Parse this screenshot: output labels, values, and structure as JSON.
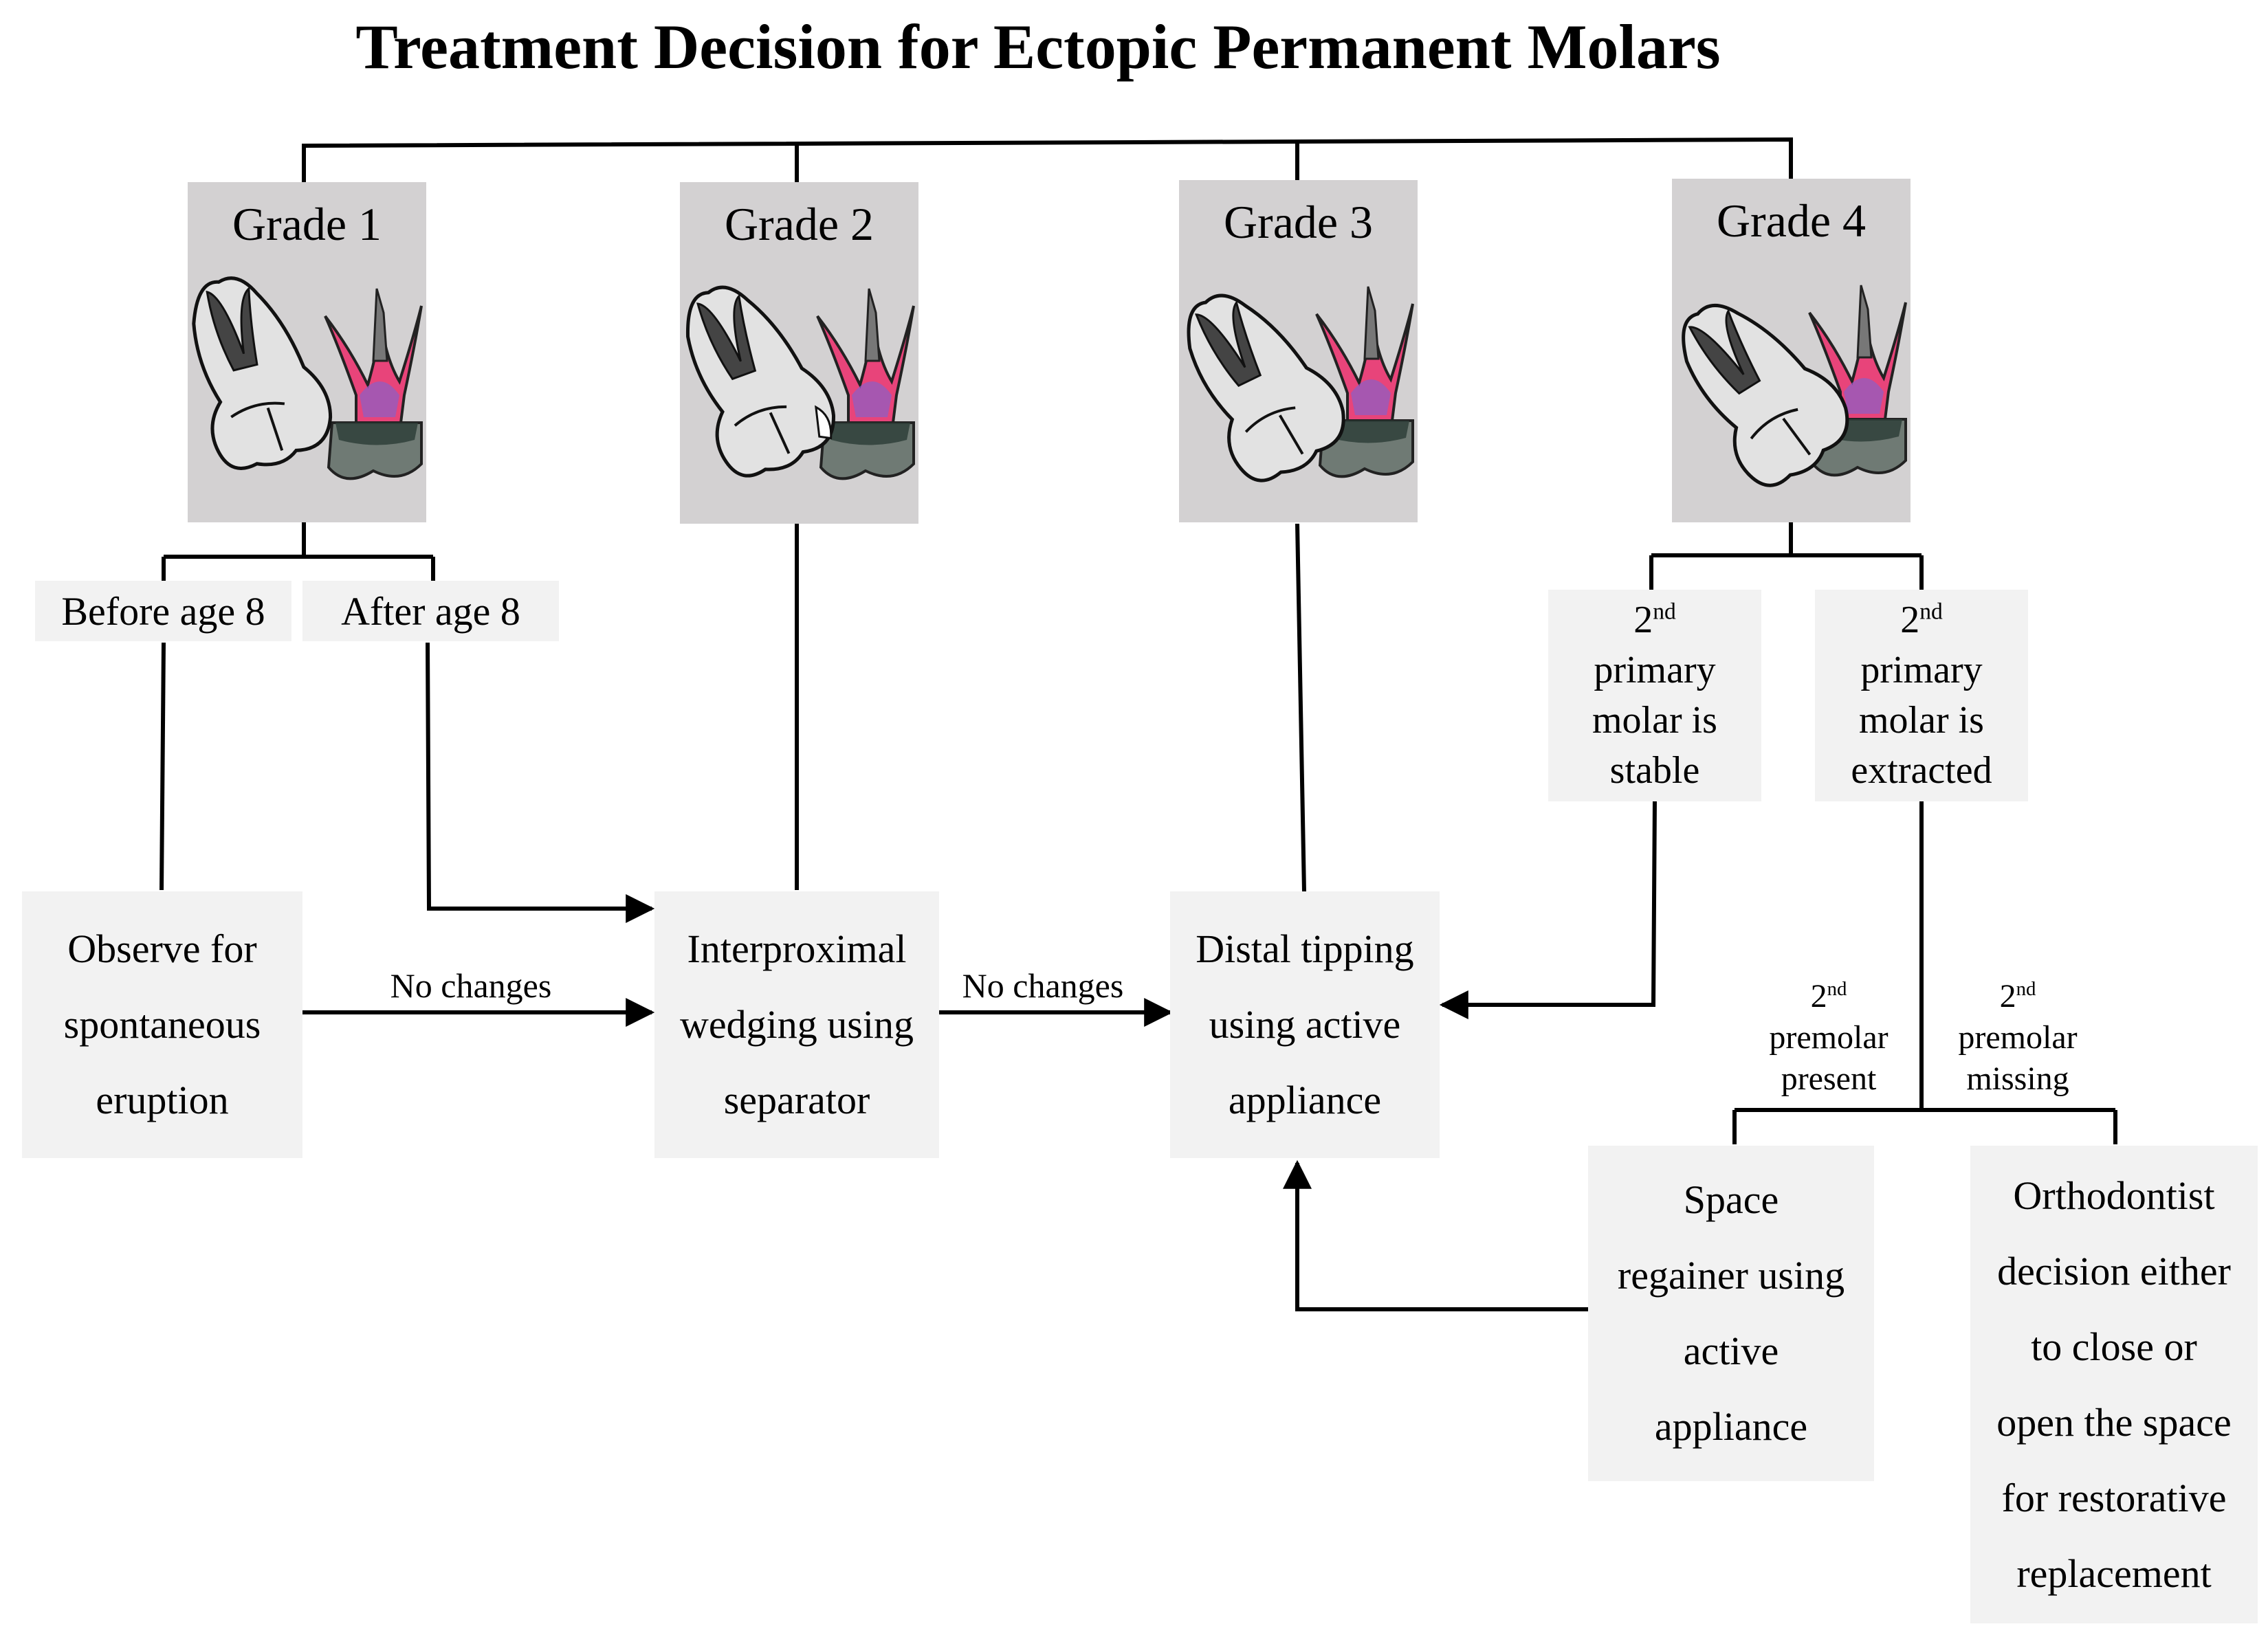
{
  "title": "Treatment Decision for Ectopic Permanent Molars",
  "grades": [
    {
      "label": "Grade 1",
      "image": "ectopic-molar-grade-1-illustration"
    },
    {
      "label": "Grade 2",
      "image": "ectopic-molar-grade-2-illustration"
    },
    {
      "label": "Grade 3",
      "image": "ectopic-molar-grade-3-illustration"
    },
    {
      "label": "Grade 4",
      "image": "ectopic-molar-grade-4-illustration"
    }
  ],
  "grade1_conditions": {
    "before": "Before age 8",
    "after": "After age 8"
  },
  "grade4_conditions": {
    "stable": {
      "ordinal": "2",
      "suffix": "nd",
      "lines": [
        "primary",
        "molar is",
        "stable"
      ]
    },
    "extracted": {
      "ordinal": "2",
      "suffix": "nd",
      "lines": [
        "primary",
        "molar is",
        "extracted"
      ]
    }
  },
  "premolar_conditions": {
    "present": {
      "ordinal": "2",
      "suffix": "nd",
      "lines": [
        "premolar",
        "present"
      ]
    },
    "missing": {
      "ordinal": "2",
      "suffix": "nd",
      "lines": [
        "premolar",
        "missing"
      ]
    }
  },
  "treatments": {
    "observe": [
      "Observe for",
      "spontaneous",
      "eruption"
    ],
    "wedging": [
      "Interproximal",
      "wedging using",
      "separator"
    ],
    "tipping": [
      "Distal tipping",
      "using active",
      "appliance"
    ],
    "regainer": [
      "Space",
      "regainer using",
      "active",
      "appliance"
    ],
    "orthodontist": [
      "Orthodontist",
      "decision either",
      "to close or",
      "open the space",
      "for restorative",
      "replacement"
    ]
  },
  "edges": {
    "observe_to_wedging": "No changes",
    "wedging_to_tipping": "No changes"
  },
  "colors": {
    "grade_bg": "#d3d1d2",
    "box_bg": "#f2f2f2",
    "line": "#000000",
    "pulp": "#e8447a",
    "pulp_inner": "#8a5fc8",
    "bone": "#6f7a74"
  }
}
